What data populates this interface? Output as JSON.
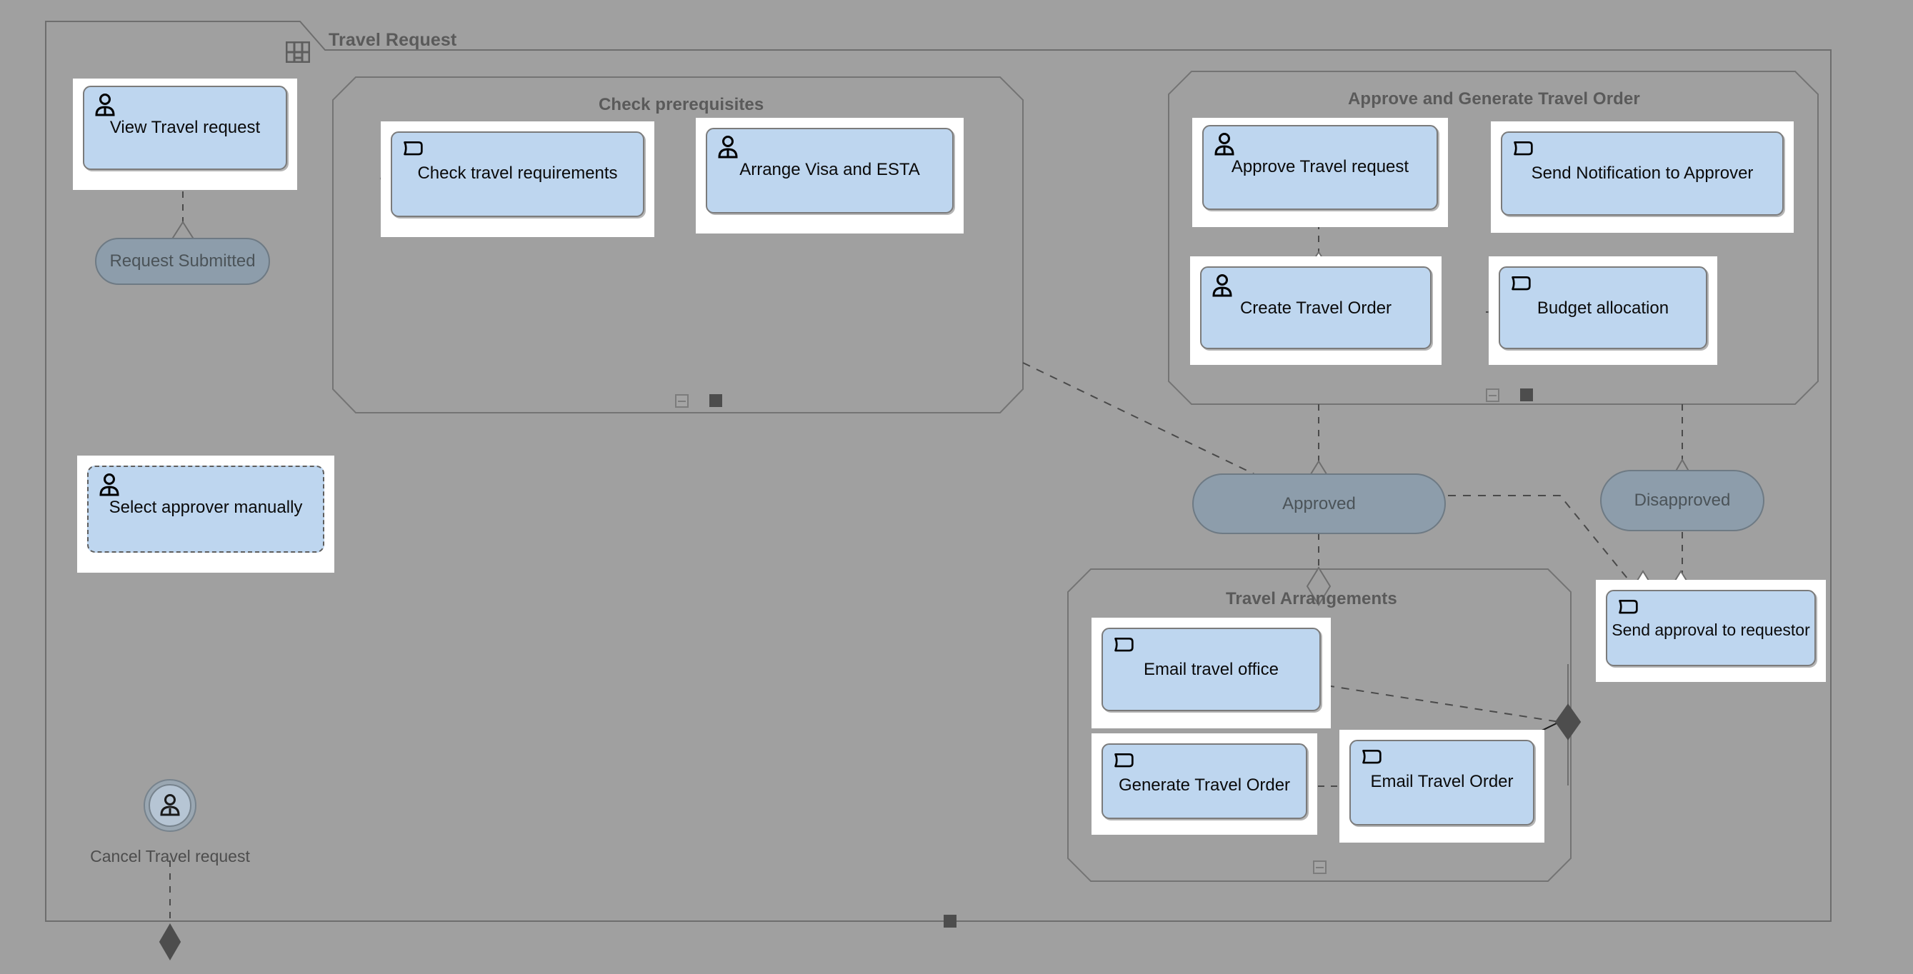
{
  "diagram": {
    "type": "workflow-bpmn",
    "title": "Travel Request",
    "background_color": "#a0a0a0",
    "node_fill_color": "#bed6ef",
    "status_fill_color": "#8d9dab",
    "title_icon": "grid-icon"
  },
  "groups": [
    {
      "id": "check-prerequisites",
      "title": "Check prerequisites",
      "collapse_icon": "collapse-minus-icon",
      "marker_icon": "dark-square-icon"
    },
    {
      "id": "approve-generate",
      "title": "Approve and Generate Travel Order",
      "collapse_icon": "collapse-minus-icon",
      "marker_icon": "dark-square-icon"
    },
    {
      "id": "travel-arrangements",
      "title": "Travel Arrangements",
      "collapse_icon": "collapse-minus-icon",
      "marker_icon": ""
    }
  ],
  "nodes": [
    {
      "id": "view-travel-request",
      "label": "View Travel request",
      "icon": "user-icon",
      "style": "solid"
    },
    {
      "id": "check-travel-requirements",
      "label": "Check travel requirements",
      "icon": "document-icon",
      "style": "solid"
    },
    {
      "id": "arrange-visa-esta",
      "label": "Arrange Visa and ESTA",
      "icon": "user-icon",
      "style": "solid"
    },
    {
      "id": "select-approver-manually",
      "label": "Select approver manually",
      "icon": "user-icon",
      "style": "dashed"
    },
    {
      "id": "approve-travel-request",
      "label": "Approve Travel request",
      "icon": "user-icon",
      "style": "solid"
    },
    {
      "id": "send-notification-approver",
      "label": "Send Notification to Approver",
      "icon": "document-icon",
      "style": "solid"
    },
    {
      "id": "create-travel-order",
      "label": "Create Travel Order",
      "icon": "user-icon",
      "style": "solid"
    },
    {
      "id": "budget-allocation",
      "label": "Budget allocation",
      "icon": "document-icon",
      "style": "solid"
    },
    {
      "id": "email-travel-office",
      "label": "Email travel office",
      "icon": "document-icon",
      "style": "solid"
    },
    {
      "id": "generate-travel-order",
      "label": "Generate Travel Order",
      "icon": "document-icon",
      "style": "solid"
    },
    {
      "id": "email-travel-order",
      "label": "Email Travel Order",
      "icon": "document-icon",
      "style": "solid"
    },
    {
      "id": "send-approval-requestor",
      "label": "Send approval to requestor",
      "icon": "document-icon",
      "style": "solid"
    }
  ],
  "statuses": [
    {
      "id": "request-submitted",
      "label": "Request Submitted"
    },
    {
      "id": "approved",
      "label": "Approved"
    },
    {
      "id": "disapproved",
      "label": "Disapproved"
    }
  ],
  "events": [
    {
      "id": "cancel-travel-request",
      "label": "Cancel Travel request",
      "icon": "user-event-icon"
    }
  ]
}
